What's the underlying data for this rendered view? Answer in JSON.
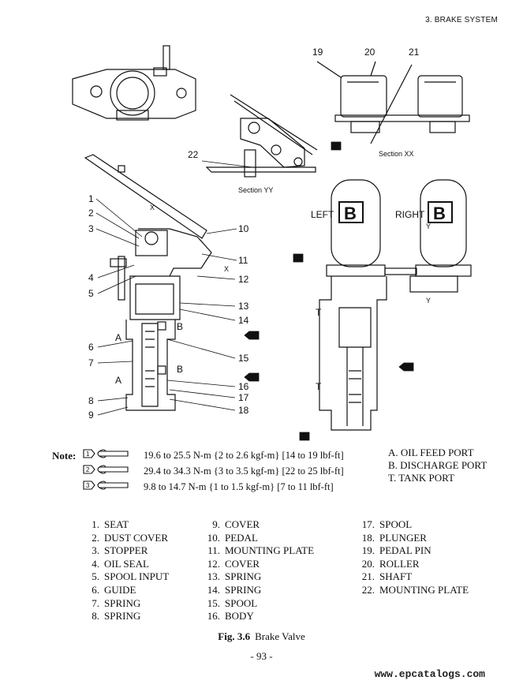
{
  "header": {
    "section": "3. BRAKE SYSTEM"
  },
  "diagram": {
    "callouts": [
      "1",
      "2",
      "3",
      "4",
      "5",
      "6",
      "7",
      "8",
      "9",
      "10",
      "11",
      "12",
      "13",
      "14",
      "15",
      "16",
      "17",
      "18",
      "19",
      "20",
      "21",
      "22"
    ],
    "port_letters": {
      "a": "A",
      "b": "B",
      "t": "T"
    },
    "axis_letters": {
      "x": "X",
      "y": "Y"
    },
    "section_yy": "Section YY",
    "section_xx": "Section XX",
    "left_label": "LEFT",
    "right_label": "RIGHT",
    "badge_letter": "B",
    "torque_marks": [
      "1",
      "2",
      "3"
    ]
  },
  "note": {
    "label": "Note:",
    "torques": [
      {
        "mark": "1",
        "text": "19.6 to 25.5 N-m {2 to 2.6 kgf-m} [14 to 19 lbf-ft]"
      },
      {
        "mark": "2",
        "text": "29.4 to 34.3 N-m {3 to 3.5 kgf-m} [22 to 25 lbf-ft]"
      },
      {
        "mark": "3",
        "text": "9.8 to 14.7 N-m {1 to 1.5 kgf-m} [7 to 11 lbf-ft]"
      }
    ]
  },
  "ports": [
    "A.  OIL FEED PORT",
    "B.  DISCHARGE PORT",
    "T.  TANK PORT"
  ],
  "parts": [
    {
      "n": "1.",
      "name": "SEAT"
    },
    {
      "n": "2.",
      "name": "DUST COVER"
    },
    {
      "n": "3.",
      "name": "STOPPER"
    },
    {
      "n": "4.",
      "name": "OIL SEAL"
    },
    {
      "n": "5.",
      "name": "SPOOL INPUT"
    },
    {
      "n": "6.",
      "name": "GUIDE"
    },
    {
      "n": "7.",
      "name": "SPRING"
    },
    {
      "n": "8.",
      "name": "SPRING"
    },
    {
      "n": "9.",
      "name": "COVER"
    },
    {
      "n": "10.",
      "name": "PEDAL"
    },
    {
      "n": "11.",
      "name": "MOUNTING PLATE"
    },
    {
      "n": "12.",
      "name": "COVER"
    },
    {
      "n": "13.",
      "name": "SPRING"
    },
    {
      "n": "14.",
      "name": "SPRING"
    },
    {
      "n": "15.",
      "name": "SPOOL"
    },
    {
      "n": "16.",
      "name": "BODY"
    },
    {
      "n": "17.",
      "name": "SPOOL"
    },
    {
      "n": "18.",
      "name": "PLUNGER"
    },
    {
      "n": "19.",
      "name": "PEDAL PIN"
    },
    {
      "n": "20.",
      "name": "ROLLER"
    },
    {
      "n": "21.",
      "name": "SHAFT"
    },
    {
      "n": "22.",
      "name": "MOUNTING PLATE"
    }
  ],
  "figure": {
    "number": "Fig. 3.6",
    "title": "Brake Valve"
  },
  "page_number": "- 93 -",
  "watermark": "www.epcatalogs.com"
}
